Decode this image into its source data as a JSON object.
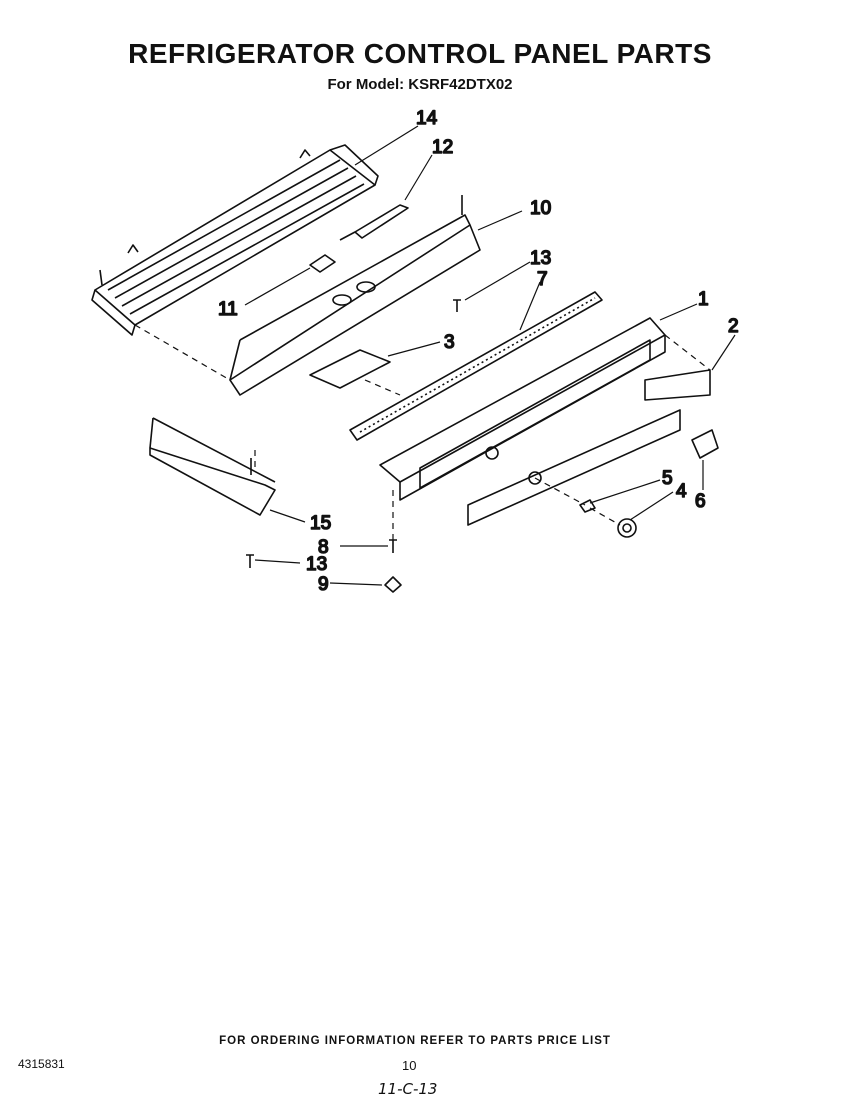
{
  "header": {
    "title": "REFRIGERATOR CONTROL PANEL PARTS",
    "subtitle": "For Model: KSRF42DTX02"
  },
  "callouts": [
    "14",
    "12",
    "10",
    "13",
    "7",
    "1",
    "2",
    "11",
    "3",
    "5",
    "4",
    "6",
    "15",
    "8",
    "13",
    "9"
  ],
  "footer": {
    "ordering_note": "FOR ORDERING INFORMATION REFER TO PARTS PRICE LIST",
    "document_number": "4315831",
    "page_number": "10",
    "handwritten_note": "11-C-13"
  }
}
